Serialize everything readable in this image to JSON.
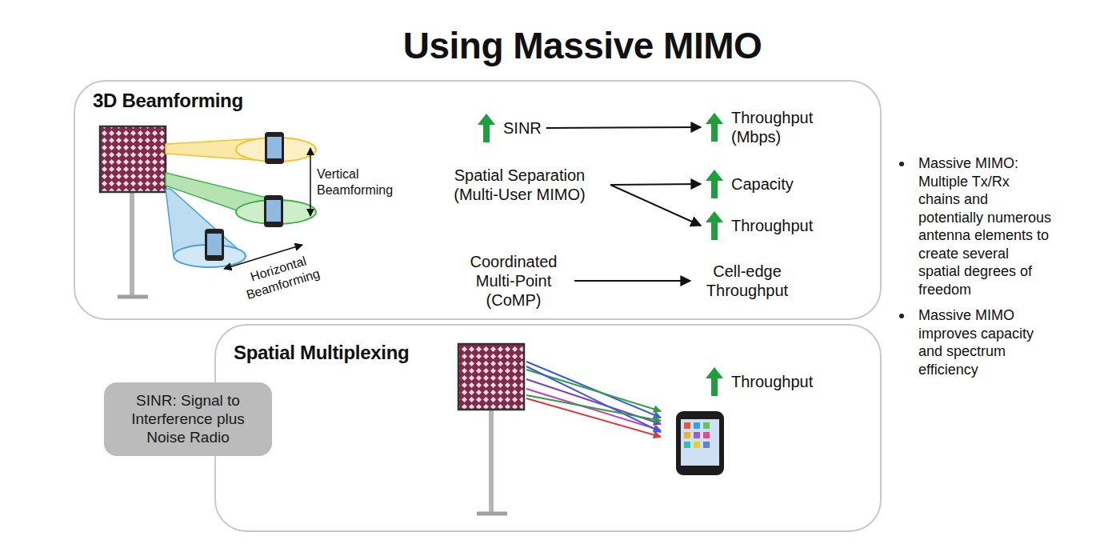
{
  "diagram": {
    "title": "Using Massive MIMO",
    "nodes": [
      {
        "text": [
          "3D Beamforming"
        ]
      },
      {
        "text": [
          "SINR"
        ],
        "in": 0
      },
      {
        "text": [
          "Throughput (Mbps)"
        ],
        "in": 0
      },
      {
        "text": [
          "Spatial Separation (Multi-User MIMO)"
        ],
        "in": 0
      },
      {
        "text": [
          "Capacity"
        ],
        "in": 0
      },
      {
        "text": [
          "Throughput"
        ],
        "in": 0
      },
      {
        "text": [
          "Coordinated Multi-Point (CoMP)"
        ],
        "in": 0
      },
      {
        "text": [
          "Cell-edge Throughput"
        ],
        "in": 0
      },
      {
        "text": [
          "Spatial Multiplexing"
        ]
      },
      {
        "text": [
          "Throughput"
        ],
        "in": 8
      },
      {
        "text": [
          "SINR: Signal to Interference plus Noise Radio"
        ]
      }
    ],
    "edges": [
      {
        "from": 1,
        "to": 2,
        "arrow": "to"
      },
      {
        "from": 3,
        "to": 4,
        "arrow": "to"
      },
      {
        "from": 3,
        "to": 5,
        "arrow": "to"
      },
      {
        "from": 6,
        "to": 7,
        "arrow": "to"
      }
    ],
    "labels": [
      "Vertical Beamforming",
      "Horizontal Beamforming",
      "Massive MIMO: Multiple Tx/Rx chains and potentially numerous antenna elements to create several spatial degrees of freedom",
      "Massive MIMO improves capacity and spectrum efficiency"
    ]
  }
}
